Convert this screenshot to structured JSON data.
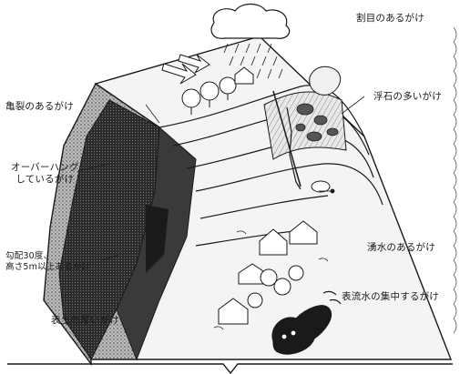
{
  "labels": {
    "crack_top": "割目のあるがけ",
    "crack_left": "亀裂のあるがけ",
    "floating_stone": "浮石の多いがけ",
    "overhang_line1": "オーバーハング",
    "overhang_line2": "しているがけ",
    "slope_line1": "勾配30度、",
    "slope_line2": "高さ5m以上あるがけ",
    "spring_water": "湧水のあるがけ",
    "surface_water": "表流水の集中するがけ",
    "thick_topsoil": "表土の厚いがけ"
  },
  "colors": {
    "ink": "#1a1a1a",
    "paper": "#ffffff",
    "rock_dark": "#2b2b2b",
    "rock_mid": "#7a7a7a",
    "rock_light": "#c9c9c9"
  }
}
